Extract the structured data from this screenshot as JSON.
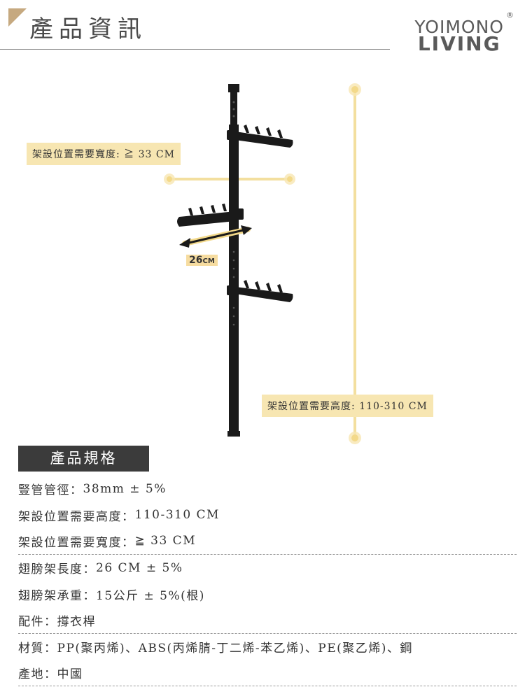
{
  "header": {
    "title": "產品資訊",
    "brand_line1": "YOIMONO",
    "brand_line2": "LIVING",
    "brand_mark": "®"
  },
  "figure": {
    "label_width": "架設位置需要寬度: ≧ 33 CM",
    "label_height": "架設位置需要高度: 110-310 CM",
    "arm_length_number": "26",
    "arm_length_unit": "CM",
    "accent_color": "#f7e6b2",
    "line_color": "#f3df9f",
    "rack_color": "#1a1a1a"
  },
  "specs": {
    "heading": "產品規格",
    "rows": [
      {
        "label": "豎管管徑：",
        "value": "38mm ± 5%",
        "divider": false
      },
      {
        "label": "架設位置需要高度：",
        "value": "110-310 CM",
        "divider": false
      },
      {
        "label": "架設位置需要寬度：",
        "value": "≧ 33 CM",
        "divider": true
      },
      {
        "label": "翅膀架長度：",
        "value": "26 CM ± 5%",
        "divider": false
      },
      {
        "label": "翅膀架承重：",
        "value": "15公斤 ± 5%(根)",
        "divider": false
      },
      {
        "label": "配件：",
        "value": "撐衣桿",
        "divider": true
      },
      {
        "label": "材質：",
        "value": "PP(聚丙烯)、ABS(丙烯腈-丁二烯-苯乙烯)、PE(聚乙烯)、鋼",
        "divider": false
      },
      {
        "label": "產地：",
        "value": "中國",
        "divider": true
      }
    ]
  }
}
